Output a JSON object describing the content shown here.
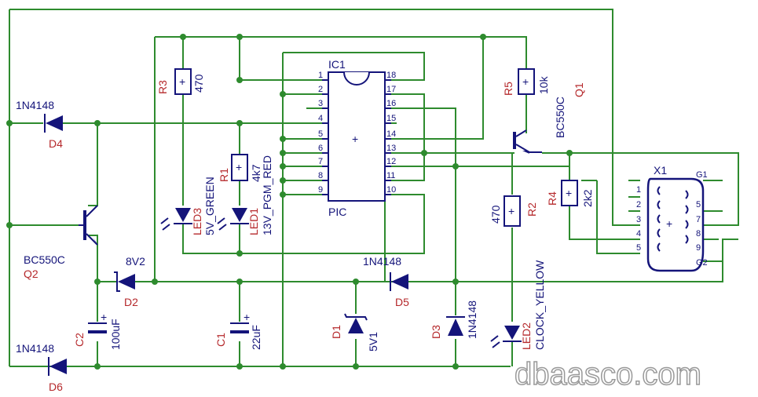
{
  "schematic": {
    "q2": {
      "ref": "Q2",
      "value": "BC550C"
    },
    "q1": {
      "ref": "Q1",
      "value": "BC550C"
    },
    "d4": {
      "ref": "D4",
      "value": "1N4148"
    },
    "d6": {
      "ref": "D6",
      "value": "1N4148"
    },
    "d5": {
      "ref": "D5",
      "value": "1N4148"
    },
    "d3": {
      "ref": "D3",
      "value": "1N4148"
    },
    "d2": {
      "ref": "D2",
      "value": "8V2"
    },
    "d1": {
      "ref": "D1",
      "value": "5V1"
    },
    "c2": {
      "ref": "C2",
      "value": "100uF"
    },
    "c1": {
      "ref": "C1",
      "value": "22uF"
    },
    "r3": {
      "ref": "R3",
      "value": "470"
    },
    "r1": {
      "ref": "R1",
      "value": "4k7"
    },
    "r5": {
      "ref": "R5",
      "value": "10k"
    },
    "r2": {
      "ref": "R2",
      "value": "470"
    },
    "r4": {
      "ref": "R4",
      "value": "2k2"
    },
    "led3": {
      "ref": "LED3",
      "value": "5V_GREEN"
    },
    "led1": {
      "ref": "LED1",
      "value": "13V_PGM_RED"
    },
    "led2": {
      "ref": "LED2",
      "value": "CLOCK_YELLOW"
    },
    "ic1": {
      "ref": "IC1",
      "value": "PIC",
      "left_pins": [
        "1",
        "2",
        "3",
        "4",
        "5",
        "6",
        "7",
        "8",
        "9"
      ],
      "right_pins": [
        "18",
        "17",
        "16",
        "15",
        "14",
        "13",
        "12",
        "11",
        "10"
      ]
    },
    "x1": {
      "ref": "X1",
      "pins": [
        "1",
        "2",
        "3",
        "4",
        "5",
        "5",
        "7",
        "8",
        "9"
      ],
      "g1": "G1",
      "g2": "G2"
    },
    "plus_sign": "+"
  },
  "watermark": "dbaasco.com"
}
